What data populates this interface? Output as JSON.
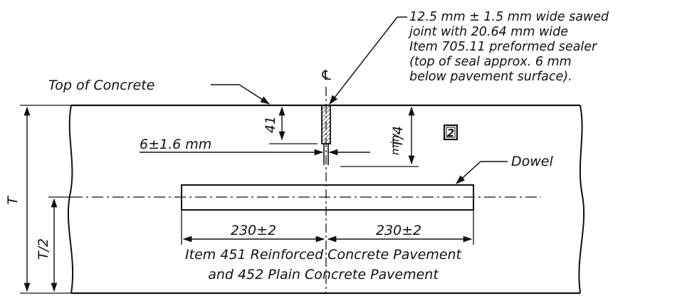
{
  "colors": {
    "ink": "#111111",
    "paper": "#ffffff",
    "hatch": "#444444"
  },
  "labels": {
    "top_of_concrete": "Top of Concrete",
    "centerline": "℄",
    "joint_note": [
      "12.5 mm ± 1.5 mm wide sawed",
      "joint with 20.64 mm wide",
      "Item 705.11 preformed sealer",
      "(top of seal approx. 6 mm",
      "below pavement surface)."
    ],
    "seal_depth": "41",
    "quarter_depth": "T/4",
    "quarter_depth_min": "min.",
    "thickness": "T",
    "half_thickness": "T/2",
    "gap_width": "6±1.6 mm",
    "dowel": "Dowel",
    "dowel_left": "230±2",
    "dowel_right": "230±2",
    "item_line1": "Item 451 Reinforced Concrete Pavement",
    "item_line2": "and 452 Plain Concrete Pavement",
    "note_box": "2"
  }
}
